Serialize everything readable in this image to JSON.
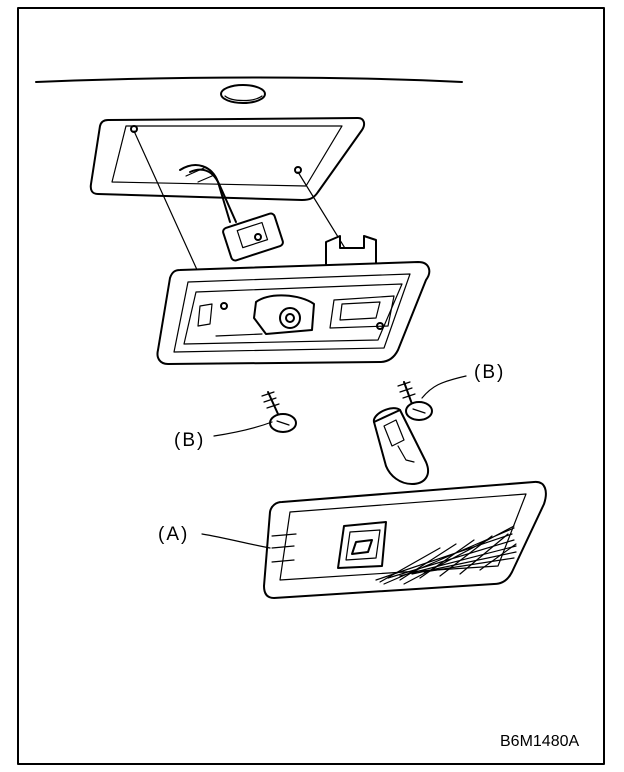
{
  "labels": {
    "screw_label_left": "(B)",
    "screw_label_right": "(B)",
    "lens_label": "(A)"
  },
  "figure_code": "B6M1480A"
}
